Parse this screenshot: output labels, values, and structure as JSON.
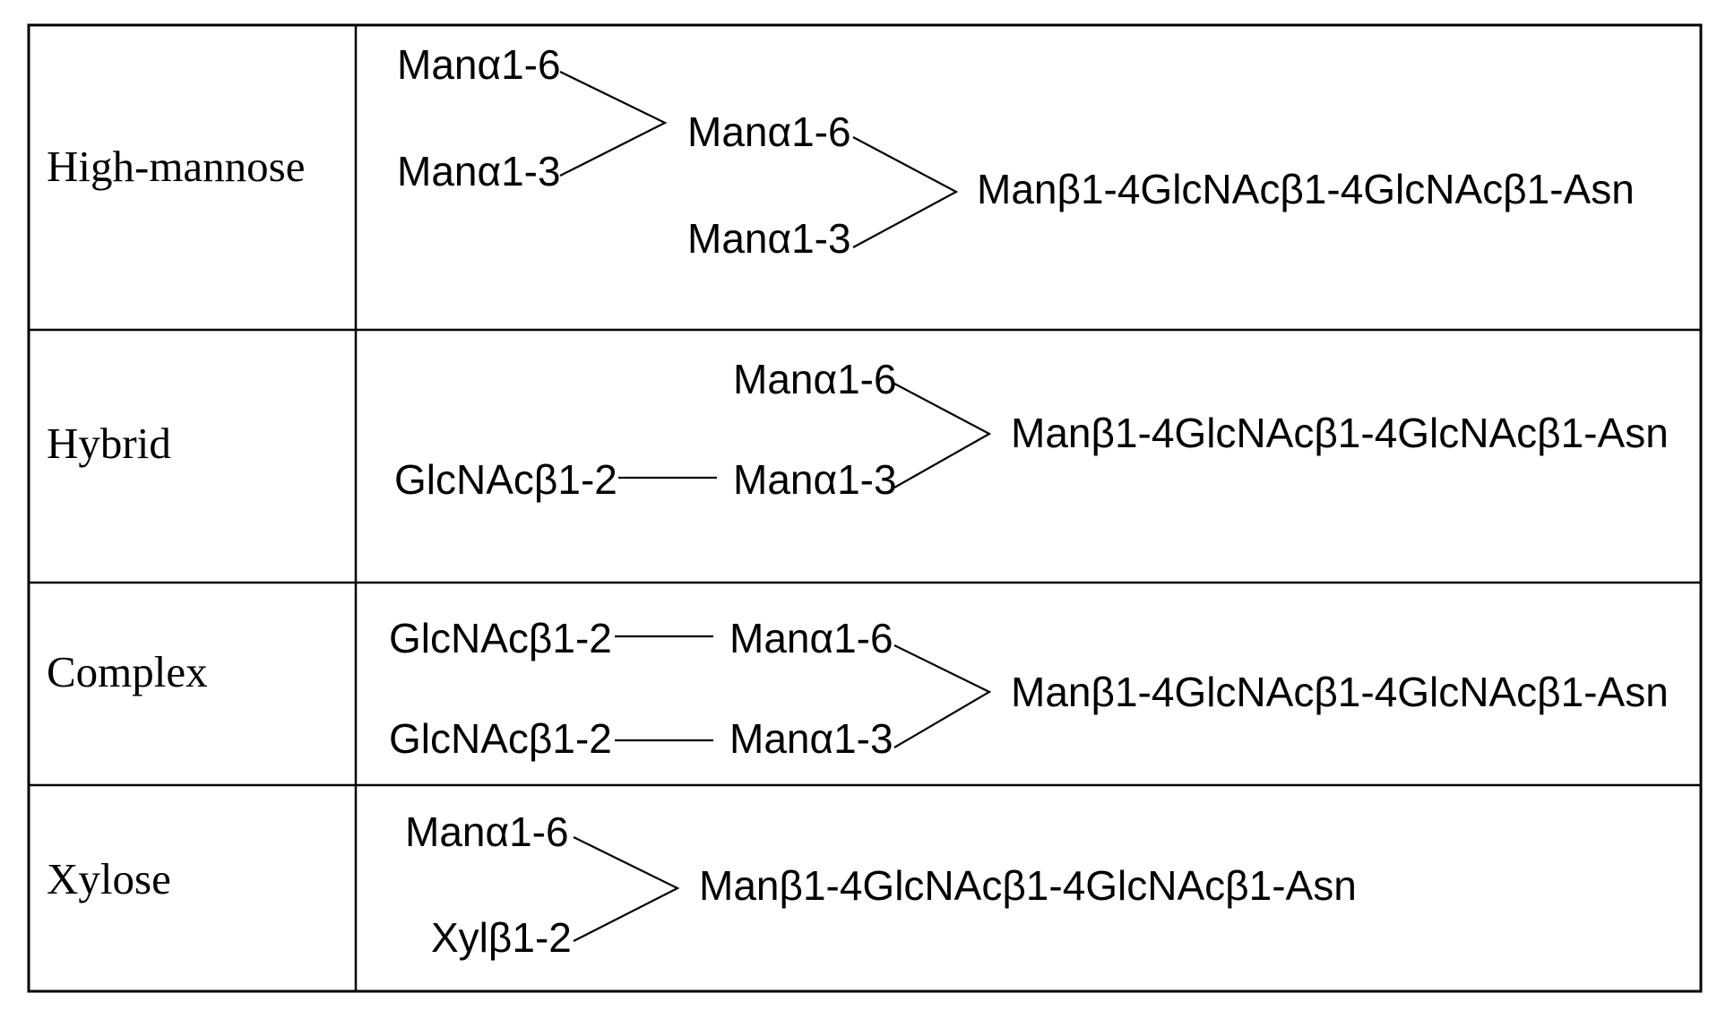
{
  "rows": [
    {
      "label": "High-mannose",
      "residues": {
        "a1": "Manα1-6",
        "a2": "Manα1-3",
        "b1": "Manα1-6",
        "b2": "Manα1-3",
        "core": "Manβ1-4GlcNAcβ1-4GlcNAcβ1-Asn"
      }
    },
    {
      "label": "Hybrid",
      "residues": {
        "b1": "Manα1-6",
        "g": "GlcNAcβ1-2",
        "b2": "Manα1-3",
        "core": "Manβ1-4GlcNAcβ1-4GlcNAcβ1-Asn"
      }
    },
    {
      "label": "Complex",
      "residues": {
        "g1": "GlcNAcβ1-2",
        "b1": "Manα1-6",
        "g2": "GlcNAcβ1-2",
        "b2": "Manα1-3",
        "core": "Manβ1-4GlcNAcβ1-4GlcNAcβ1-Asn"
      }
    },
    {
      "label": "Xylose",
      "residues": {
        "a1": "Manα1-6",
        "a2": "Xylβ1-2",
        "core": "Manβ1-4GlcNAcβ1-4GlcNAcβ1-Asn"
      }
    }
  ]
}
